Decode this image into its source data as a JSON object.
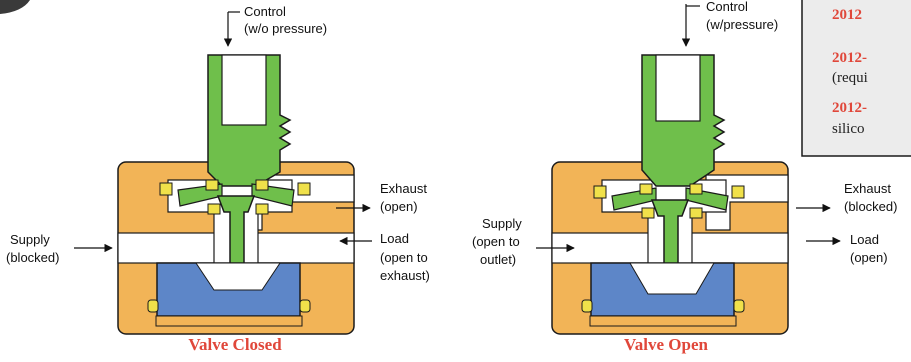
{
  "colors": {
    "body": "#f2b457",
    "green": "#6fbf4b",
    "yellow": "#f0e14a",
    "blue": "#5d86c8",
    "caption": "#e0473a",
    "outline": "#1a1a1a"
  },
  "left": {
    "control_line1": "Control",
    "control_line2": "(w/o pressure)",
    "exhaust_line1": "Exhaust",
    "exhaust_line2": "(open)",
    "supply_line1": "Supply",
    "supply_line2": "(blocked)",
    "load_line1": "Load",
    "load_line2": "(open to",
    "load_line3": "exhaust)",
    "caption": "Valve Closed"
  },
  "right": {
    "control_line1": "Control",
    "control_line2": "(w/pressure)",
    "exhaust_line1": "Exhaust",
    "exhaust_line2": "(blocked)",
    "supply_line1": "Supply",
    "supply_line2": "(open to",
    "supply_line3": "outlet)",
    "load_line1": "Load",
    "load_line2": "(open)",
    "caption": "Valve Open"
  },
  "sidebar": {
    "item1": "2012",
    "item2_bold": "2012-",
    "item2_rest": "(requi",
    "item3_bold": "2012-",
    "item3_rest": "silico"
  }
}
